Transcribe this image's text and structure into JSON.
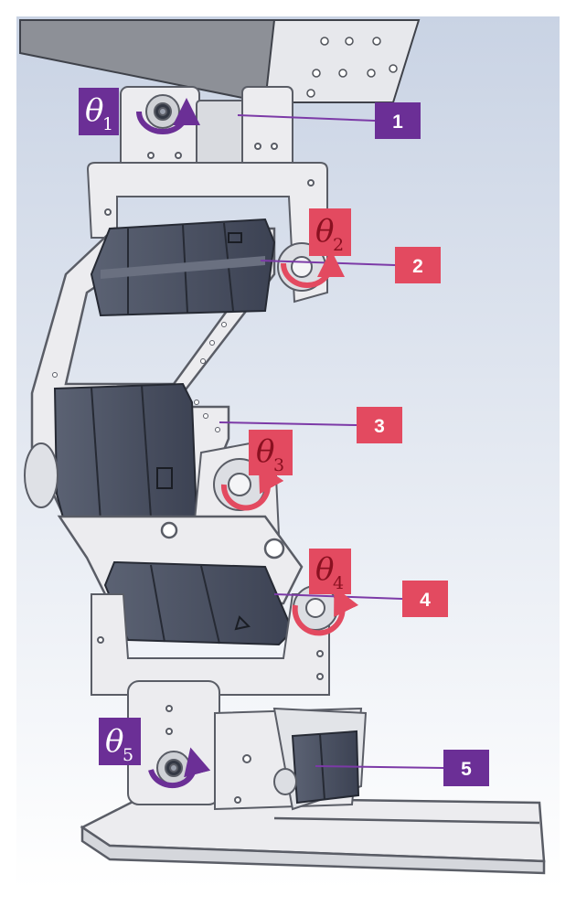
{
  "colors": {
    "background_top": "#c9d3e4",
    "background_bottom": "#ffffff",
    "bracket": "#ececef",
    "bracket_edge": "#5a5d66",
    "servo": "#4b5263",
    "servo_dark": "#3b4151",
    "servo_edge": "#262a34",
    "purple_accent": "#6b2f96",
    "red_accent": "#e34a60",
    "leader_line": "#7c3aa7"
  },
  "joints": [
    {
      "id": "1",
      "theta_sub": "1",
      "accent": "purple"
    },
    {
      "id": "2",
      "theta_sub": "2",
      "accent": "red"
    },
    {
      "id": "3",
      "theta_sub": "3",
      "accent": "red"
    },
    {
      "id": "4",
      "theta_sub": "4",
      "accent": "red"
    },
    {
      "id": "5",
      "theta_sub": "5",
      "accent": "purple"
    }
  ],
  "theta_symbol": "θ"
}
